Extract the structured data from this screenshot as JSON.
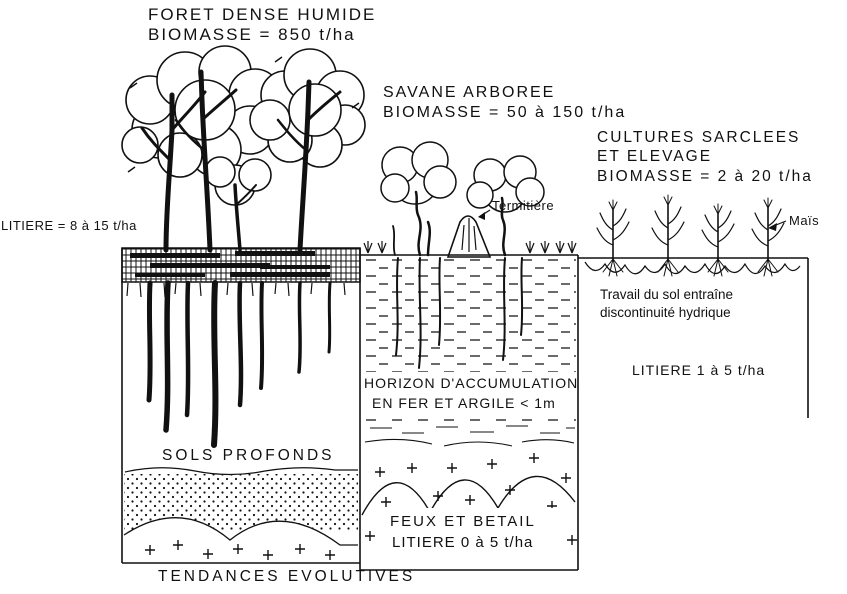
{
  "colors": {
    "background": "#ffffff",
    "ink": "#111111"
  },
  "forest": {
    "title1": "FORET DENSE HUMIDE",
    "title2": "BIOMASSE = 850 t/ha",
    "litter": "LITIERE = 8 à 15 t/ha",
    "soil": "SOLS PROFONDS"
  },
  "savanna": {
    "title1": "SAVANE ARBOREE",
    "title2": "BIOMASSE = 50 à 150 t/ha",
    "termite": "Termitière",
    "horizon1": "HORIZON D'ACCUMULATION",
    "horizon2": "EN FER ET ARGILE < 1m",
    "fire1": "FEUX ET BETAIL",
    "fire2": "LITIERE 0 à 5 t/ha"
  },
  "crops": {
    "title1": "CULTURES SARCLEES",
    "title2": "ET ELEVAGE",
    "title3": "BIOMASSE = 2 à 20 t/ha",
    "maize": "Maïs",
    "note1": "Travail du sol entraîne",
    "note2": "discontinuité hydrique",
    "litter": "LITIERE 1 à 5 t/ha"
  },
  "footer": {
    "caption": "TENDANCES EVOLUTIVES"
  }
}
